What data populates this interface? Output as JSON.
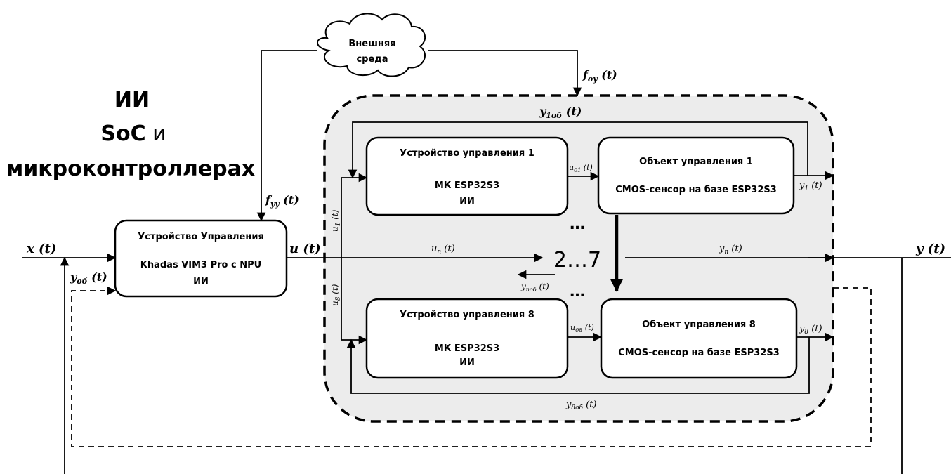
{
  "title": {
    "line1": "ИИ",
    "line2_bold": "SoC",
    "line2_rest": " и",
    "line3": "микроконтроллерах"
  },
  "cloud": {
    "line1": "Внешняя",
    "line2": "среда"
  },
  "main_controller": {
    "line1": "Устройство Управления",
    "line2": "Khadas VIM3 Pro с NPU",
    "line3": "ИИ"
  },
  "controller_1": {
    "line1": "Устройство управления 1",
    "line2": "МК ESP32S3",
    "line3": "ИИ"
  },
  "controller_8": {
    "line1": "Устройство управления 8",
    "line2": "МК ESP32S3",
    "line3": "ИИ"
  },
  "object_1": {
    "line1": "Объект управления 1",
    "line2": "CMOS-сенсор на базе ESP32S3"
  },
  "object_8": {
    "line1": "Объект управления 8",
    "line2": "CMOS-сенсор на базе ESP32S3"
  },
  "middle_label": "2…7",
  "ellipsis": "…",
  "signals": {
    "x": "x (t)",
    "y": "y (t)",
    "u": "u (t)",
    "y_ob": "y",
    "y_ob_sub": "об",
    "y_ob_arg": " (t)",
    "f_yy": "f",
    "f_yy_sub": "yy",
    "f_yy_arg": " (t)",
    "f_oy": "f",
    "f_oy_sub": "oy",
    "f_oy_arg": " (t)",
    "y1ob": "y",
    "y1ob_sub": "1об",
    "y1ob_arg": " (t)",
    "y8ob": "y",
    "y8ob_sub": "8об",
    "y8ob_arg": " (t)",
    "u1": "u",
    "u1_sub": "1",
    "u1_arg": " (t)",
    "u8": "u",
    "u8_sub": "8",
    "u8_arg": " (t)",
    "u01": "u",
    "u01_sub": "01",
    "u01_arg": " (t)",
    "u08": "u",
    "u08_sub": "08",
    "u08_arg": " (t)",
    "un": "u",
    "un_sub": "n",
    "un_arg": " (t)",
    "yn": "y",
    "yn_sub": "n",
    "yn_arg": " (t)",
    "ynob": "y",
    "ynob_sub": "nоб",
    "ynob_arg": " (t)",
    "y1": "y",
    "y1_sub": "1",
    "y1_arg": " (t)",
    "y8": "y",
    "y8_sub": "8",
    "y8_arg": " (t)"
  }
}
